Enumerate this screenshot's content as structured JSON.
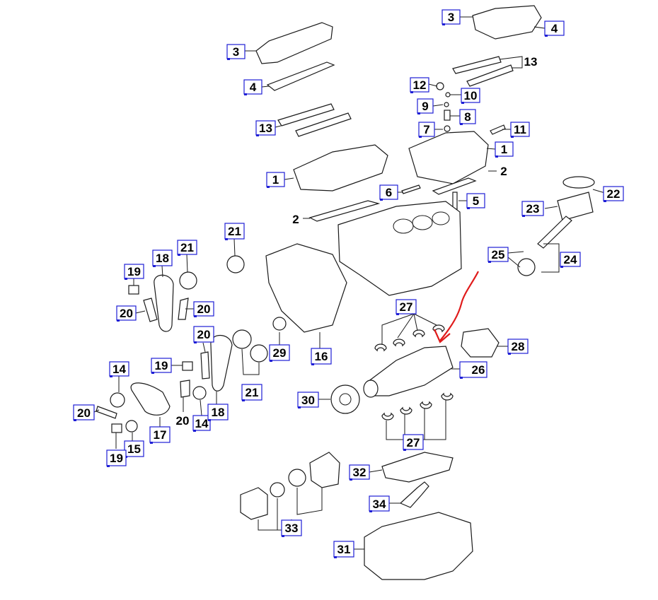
{
  "diagram": {
    "accent_box_color": "#1f1fd6",
    "annotation_arrow_color": "#e01b1b",
    "callouts": [
      {
        "id": "c3a",
        "label": "3"
      },
      {
        "id": "c4a",
        "label": "4"
      },
      {
        "id": "c13a",
        "label": "13"
      },
      {
        "id": "c12",
        "label": "12"
      },
      {
        "id": "c10",
        "label": "10"
      },
      {
        "id": "c9",
        "label": "9"
      },
      {
        "id": "c8",
        "label": "8"
      },
      {
        "id": "c7",
        "label": "7"
      },
      {
        "id": "c11",
        "label": "11"
      },
      {
        "id": "c1a",
        "label": "1"
      },
      {
        "id": "c3b",
        "label": "3"
      },
      {
        "id": "c4b",
        "label": "4"
      },
      {
        "id": "c13b",
        "label": "13"
      },
      {
        "id": "c1b",
        "label": "1"
      },
      {
        "id": "c6",
        "label": "6"
      },
      {
        "id": "c5",
        "label": "5"
      },
      {
        "id": "c22",
        "label": "22"
      },
      {
        "id": "c23",
        "label": "23"
      },
      {
        "id": "c25",
        "label": "25"
      },
      {
        "id": "c24",
        "label": "24"
      },
      {
        "id": "c21a",
        "label": "21"
      },
      {
        "id": "c21b",
        "label": "21"
      },
      {
        "id": "c18a",
        "label": "18"
      },
      {
        "id": "c19a",
        "label": "19"
      },
      {
        "id": "c20a",
        "label": "20"
      },
      {
        "id": "c20b",
        "label": "20"
      },
      {
        "id": "c20c",
        "label": "20"
      },
      {
        "id": "c29",
        "label": "29"
      },
      {
        "id": "c16",
        "label": "16"
      },
      {
        "id": "c27a",
        "label": "27"
      },
      {
        "id": "c28",
        "label": "28"
      },
      {
        "id": "c26",
        "label": "26"
      },
      {
        "id": "c19b",
        "label": "19"
      },
      {
        "id": "c21c",
        "label": "21"
      },
      {
        "id": "c14a",
        "label": "14"
      },
      {
        "id": "c20d",
        "label": "20"
      },
      {
        "id": "c14b",
        "label": "14"
      },
      {
        "id": "c18b",
        "label": "18"
      },
      {
        "id": "c17",
        "label": "17"
      },
      {
        "id": "c15",
        "label": "15"
      },
      {
        "id": "c19c",
        "label": "19"
      },
      {
        "id": "c30",
        "label": "30"
      },
      {
        "id": "c27b",
        "label": "27"
      },
      {
        "id": "c32",
        "label": "32"
      },
      {
        "id": "c34",
        "label": "34"
      },
      {
        "id": "c33",
        "label": "33"
      },
      {
        "id": "c31",
        "label": "31"
      }
    ],
    "free_labels": [
      {
        "id": "f13",
        "label": "13"
      },
      {
        "id": "f2a",
        "label": "2"
      },
      {
        "id": "f2b",
        "label": "2"
      },
      {
        "id": "f20",
        "label": "20"
      }
    ]
  }
}
